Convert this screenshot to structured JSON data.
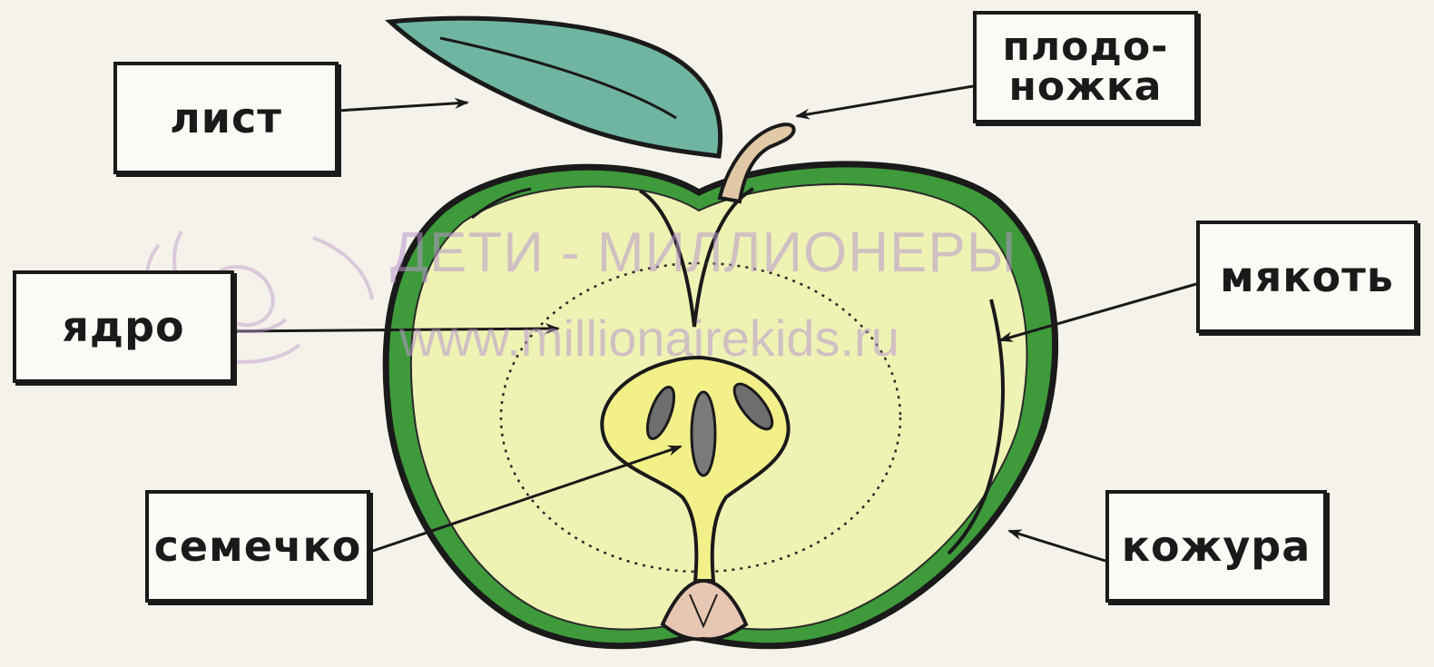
{
  "labels": {
    "leaf": "лист",
    "stem_line1": "плодо-",
    "stem_line2": "ножка",
    "flesh": "мякоть",
    "core": "ядро",
    "seed": "семечко",
    "skin": "кожура"
  },
  "watermark": {
    "line1": "ДЕТИ - МИЛЛИОНЕРЫ",
    "line2": "www.millionairekids.ru"
  },
  "colors": {
    "skin": "#3e9a3a",
    "flesh": "#eef3b4",
    "core": "#f3f08a",
    "leaf": "#6fb5a2",
    "stem": "#e2c9a6",
    "outline": "#1a1a1a",
    "watermark": "#bc96cd"
  }
}
